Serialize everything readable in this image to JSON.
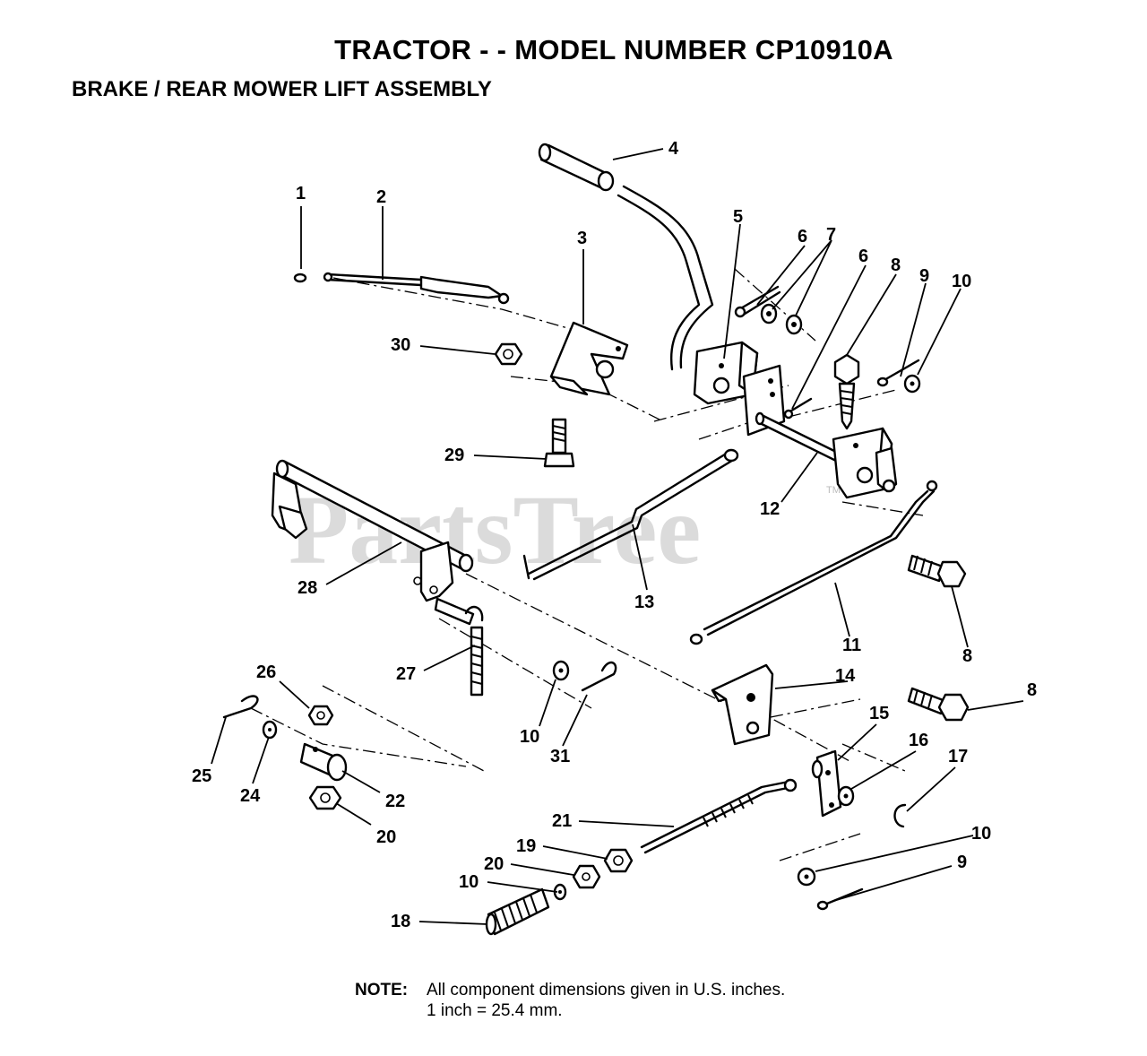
{
  "header": {
    "title": "TRACTOR - - MODEL NUMBER CP10910A",
    "subtitle": "BRAKE / REAR MOWER LIFT ASSEMBLY"
  },
  "watermark": {
    "text": "PartsTree",
    "trademark": "TM"
  },
  "callouts": [
    {
      "label": "1"
    },
    {
      "label": "2"
    },
    {
      "label": "3"
    },
    {
      "label": "4"
    },
    {
      "label": "5"
    },
    {
      "label": "6"
    },
    {
      "label": "7"
    },
    {
      "label": "6"
    },
    {
      "label": "8"
    },
    {
      "label": "9"
    },
    {
      "label": "10"
    },
    {
      "label": "30"
    },
    {
      "label": "29"
    },
    {
      "label": "12"
    },
    {
      "label": "28"
    },
    {
      "label": "13"
    },
    {
      "label": "11"
    },
    {
      "label": "8"
    },
    {
      "label": "27"
    },
    {
      "label": "26"
    },
    {
      "label": "14"
    },
    {
      "label": "8"
    },
    {
      "label": "10"
    },
    {
      "label": "31"
    },
    {
      "label": "15"
    },
    {
      "label": "16"
    },
    {
      "label": "17"
    },
    {
      "label": "25"
    },
    {
      "label": "24"
    },
    {
      "label": "22"
    },
    {
      "label": "20"
    },
    {
      "label": "21"
    },
    {
      "label": "10"
    },
    {
      "label": "19"
    },
    {
      "label": "20"
    },
    {
      "label": "9"
    },
    {
      "label": "10"
    },
    {
      "label": "18"
    }
  ],
  "note": {
    "label": "NOTE:",
    "line1": "All component dimensions given in U.S. inches.",
    "line2": "1 inch = 25.4 mm."
  }
}
